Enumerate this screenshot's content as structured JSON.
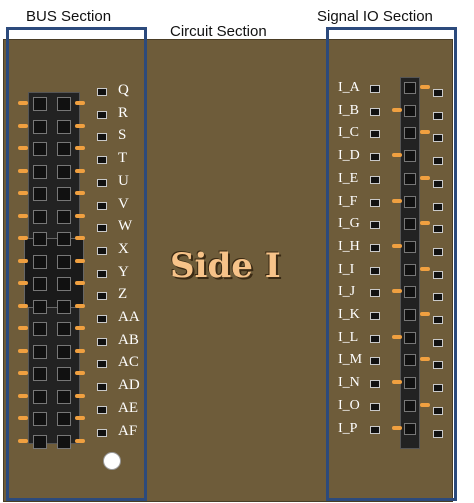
{
  "sections": {
    "bus": "BUS Section",
    "circuit": "Circuit Section",
    "signal_io": "Signal IO Section"
  },
  "center_label": "Side I",
  "bus_labels": [
    "Q",
    "R",
    "S",
    "T",
    "U",
    "V",
    "W",
    "X",
    "Y",
    "Z",
    "AA",
    "AB",
    "AC",
    "AD",
    "AE",
    "AF"
  ],
  "signal_labels": [
    "I_A",
    "I_B",
    "I_C",
    "I_D",
    "I_E",
    "I_F",
    "I_G",
    "I_H",
    "I_I",
    "I_J",
    "I_K",
    "I_L",
    "I_M",
    "I_N",
    "I_O",
    "I_P"
  ],
  "colors": {
    "board": "#6e5c3a",
    "section_border": "#2c4a7c",
    "pin_contact": "#f0a040",
    "connector_body": "#222222"
  }
}
